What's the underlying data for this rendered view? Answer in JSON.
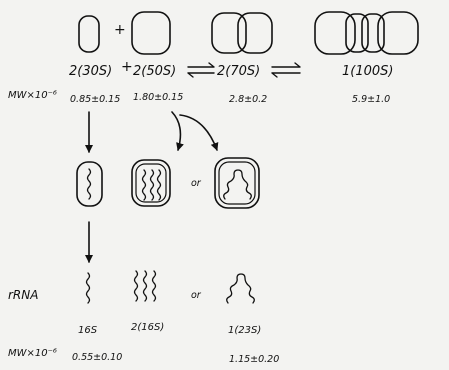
{
  "row1": {
    "species": [
      "2(30S)",
      "2(50S)",
      "2(70S)",
      "1(100S)"
    ],
    "plus_between_particles": "+",
    "plus_between_labels": "+"
  },
  "mw_label": "MW×10⁻⁶",
  "mw_values": [
    "0.85±0.15",
    "1.80±0.15",
    "2.8±0.2",
    "5.9±1.0"
  ],
  "or_word": "or",
  "rrna": {
    "label": "rRNA",
    "species": [
      "16S",
      "2(16S)",
      "1(23S)"
    ],
    "mw_values": [
      "0.55±0.10",
      "1.15±0.20"
    ]
  },
  "colors": {
    "ink": "#111111",
    "paper": "#f3f3f1"
  }
}
